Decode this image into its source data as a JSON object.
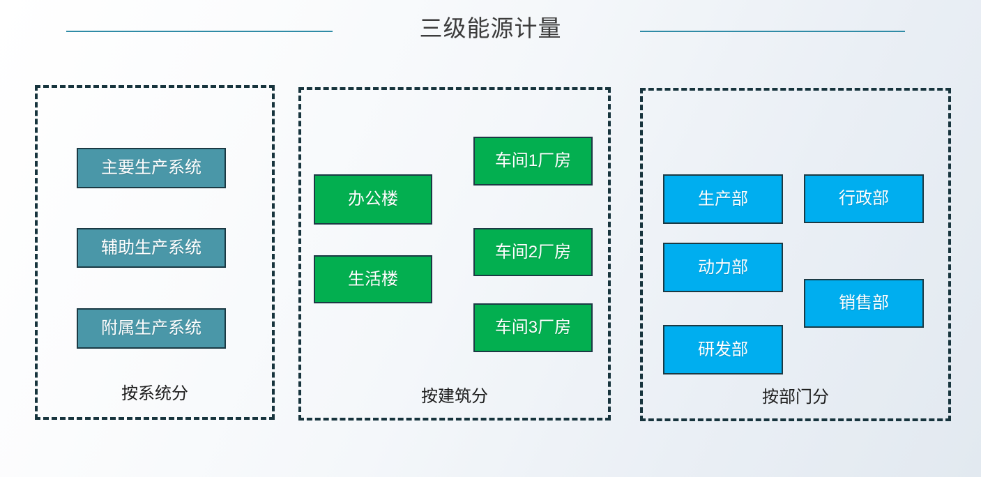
{
  "title": "三级能源计量",
  "colors": {
    "title_text": "#3c3c3c",
    "title_rule": "#2f8ba6",
    "group_border": "#17343d",
    "teal": "#4a97a8",
    "green": "#03af50",
    "blue": "#00aeef",
    "node_border": "#1b3a44",
    "node_text": "#ffffff",
    "background_from": "#ffffff",
    "background_to": "#e2e9f0"
  },
  "groups": [
    {
      "label": "按系统分",
      "color": "teal",
      "nodes": [
        {
          "label": "主要生产系统"
        },
        {
          "label": "辅助生产系统"
        },
        {
          "label": "附属生产系统"
        }
      ]
    },
    {
      "label": "按建筑分",
      "color": "green",
      "nodes": [
        {
          "label": "办公楼"
        },
        {
          "label": "生活楼"
        },
        {
          "label": "车间1厂房"
        },
        {
          "label": "车间2厂房"
        },
        {
          "label": "车间3厂房"
        }
      ]
    },
    {
      "label": "按部门分",
      "color": "blue",
      "nodes": [
        {
          "label": "生产部"
        },
        {
          "label": "动力部"
        },
        {
          "label": "研发部"
        },
        {
          "label": "行政部"
        },
        {
          "label": "销售部"
        }
      ]
    }
  ]
}
